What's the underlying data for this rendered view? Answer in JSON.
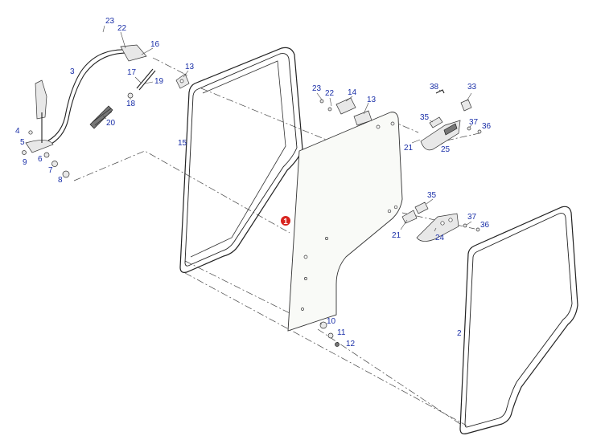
{
  "callouts": {
    "highlighted": "1",
    "labels": [
      "23",
      "22",
      "16",
      "3",
      "13",
      "17",
      "19",
      "18",
      "20",
      "4",
      "5",
      "9",
      "6",
      "7",
      "8",
      "15",
      "23",
      "22",
      "14",
      "13",
      "38",
      "33",
      "35",
      "37",
      "36",
      "21",
      "25",
      "1",
      "35",
      "37",
      "36",
      "21",
      "24",
      "10",
      "11",
      "12",
      "2"
    ]
  },
  "colors": {
    "label": "#1a2fa8",
    "badge": "#d8241f",
    "line": "#222222"
  }
}
